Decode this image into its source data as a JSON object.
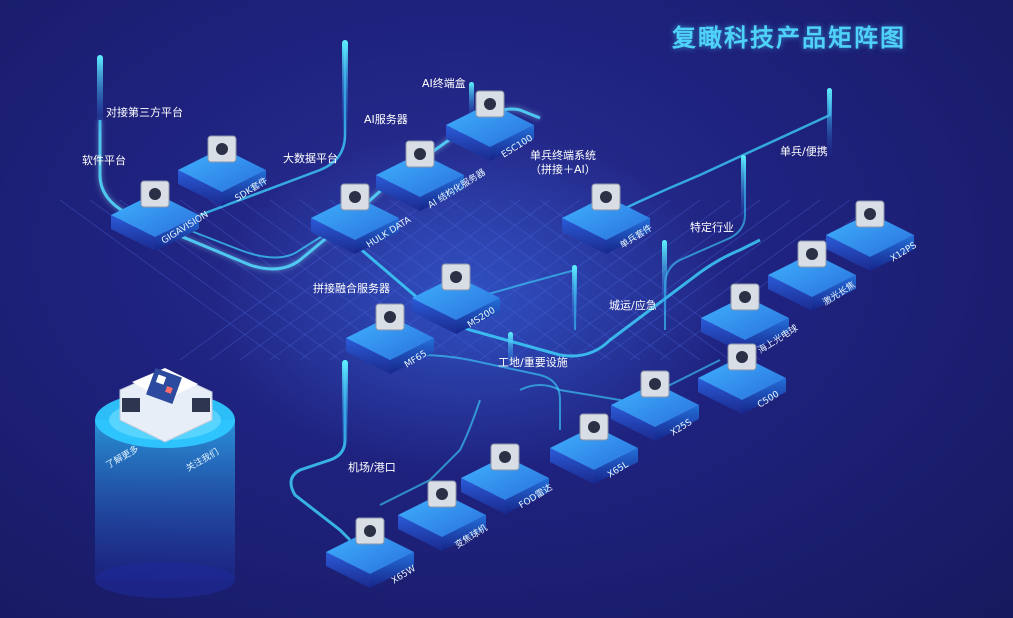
{
  "title": "复瞰科技产品矩阵图",
  "branches": {
    "third_party": "对接第三方平台",
    "software": "软件平台",
    "big_data": "大数据平台",
    "ai_server": "AI服务器",
    "ai_box": "AI终端盒",
    "soldier_system": "单兵终端系统",
    "soldier_system_sub": "（拼接＋AI）",
    "soldier_portable": "单兵/便携",
    "specific_industry": "特定行业",
    "stitch_server": "拼接融合服务器",
    "transport": "城运/应急",
    "construction": "工地/重要设施",
    "airport": "机场/港口"
  },
  "products": {
    "gigavision": "GIGAVISION",
    "sdk": "SDK套件",
    "hulk_data": "HULK DATA",
    "ai_structured": "AI 结构化服务器",
    "esc100": "ESC100",
    "soldier_kit": "单兵套件",
    "x12ps": "X12PS",
    "laser": "激光长焦",
    "marine": "海上光电球",
    "c500": "C500",
    "ms200": "MS200",
    "mf65": "MF65",
    "x25s": "X25S",
    "x65l": "X65L",
    "fod": "FOD雷达",
    "dome": "变焦球机",
    "x65w": "X65W"
  },
  "qr": {
    "learn_more": "了解更多",
    "follow_us": "关注我们"
  },
  "colors": {
    "background": "#1b1d6e",
    "accent": "#40d9ff",
    "title": "#4fd2f7"
  }
}
